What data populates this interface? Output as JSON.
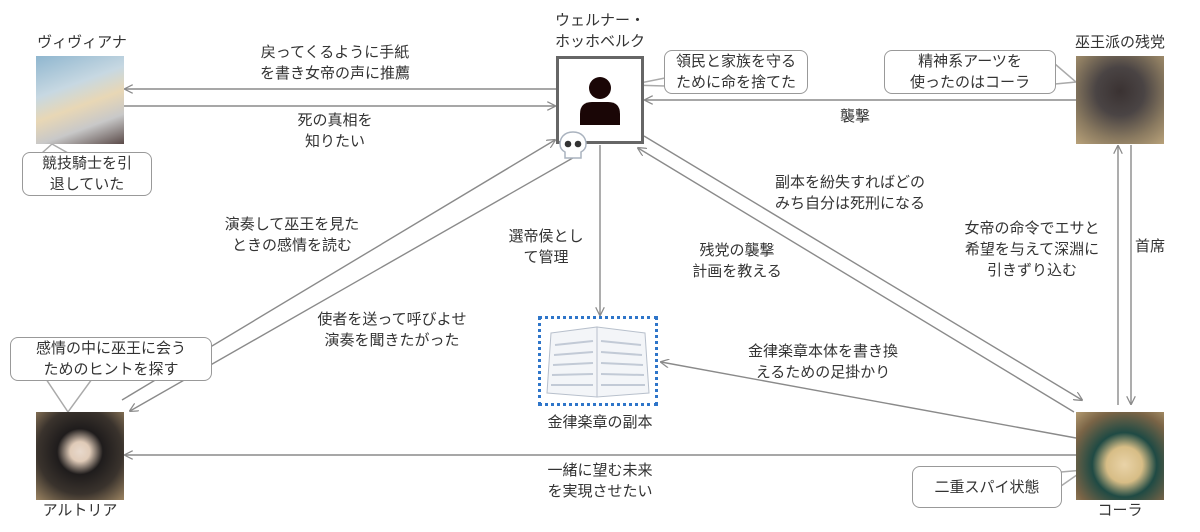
{
  "nodes": {
    "vivianna": {
      "name": "ヴィヴィアナ",
      "note": [
        "競技騎士を引",
        "退していた"
      ]
    },
    "werner": {
      "name": [
        "ウェルナー・",
        "ホッホベルク"
      ],
      "note": [
        "領民と家族を守る",
        "ために命を捨てた"
      ]
    },
    "remnants": {
      "name": "巫王派の残党",
      "note": [
        "精神系アーツを",
        "使ったのはコーラ"
      ]
    },
    "artoria": {
      "name": "アルトリア",
      "note": [
        "感情の中に巫王に会う",
        "ためのヒントを探す"
      ]
    },
    "cora": {
      "name": "コーラ",
      "note": [
        "二重スパイ状態"
      ]
    },
    "score": {
      "name": "金律楽章の副本"
    }
  },
  "edges": {
    "werner_to_vivianna": [
      "戻ってくるように手紙",
      "を書き女帝の声に推薦"
    ],
    "vivianna_to_werner": [
      "死の真相を",
      "知りたい"
    ],
    "remnants_to_werner": [
      "襲撃"
    ],
    "artoria_to_werner": [
      "演奏して巫王を見た",
      "ときの感情を読む"
    ],
    "werner_to_artoria": [
      "使者を送って呼びよせ",
      "演奏を聞きたがった"
    ],
    "werner_to_score": [
      "選帝侯とし",
      "て管理"
    ],
    "werner_to_cora": [
      "副本を紛失すればどの",
      "みち自分は死刑になる"
    ],
    "cora_to_werner": [
      "残党の襲撃",
      "計画を教える"
    ],
    "cora_to_remnants": [
      "女帝の命令でエサと",
      "希望を与えて深淵に",
      "引きずり込む"
    ],
    "remnants_to_cora": [
      "首席"
    ],
    "cora_to_score": [
      "金律楽章本体を書き換",
      "えるための足掛かり"
    ],
    "cora_to_artoria": [
      "一緒に望む未来",
      "を実現させたい"
    ]
  },
  "colors": {
    "line": "#8a8a8a",
    "score_border": "#2e75c9",
    "werner_border": "#666666"
  }
}
